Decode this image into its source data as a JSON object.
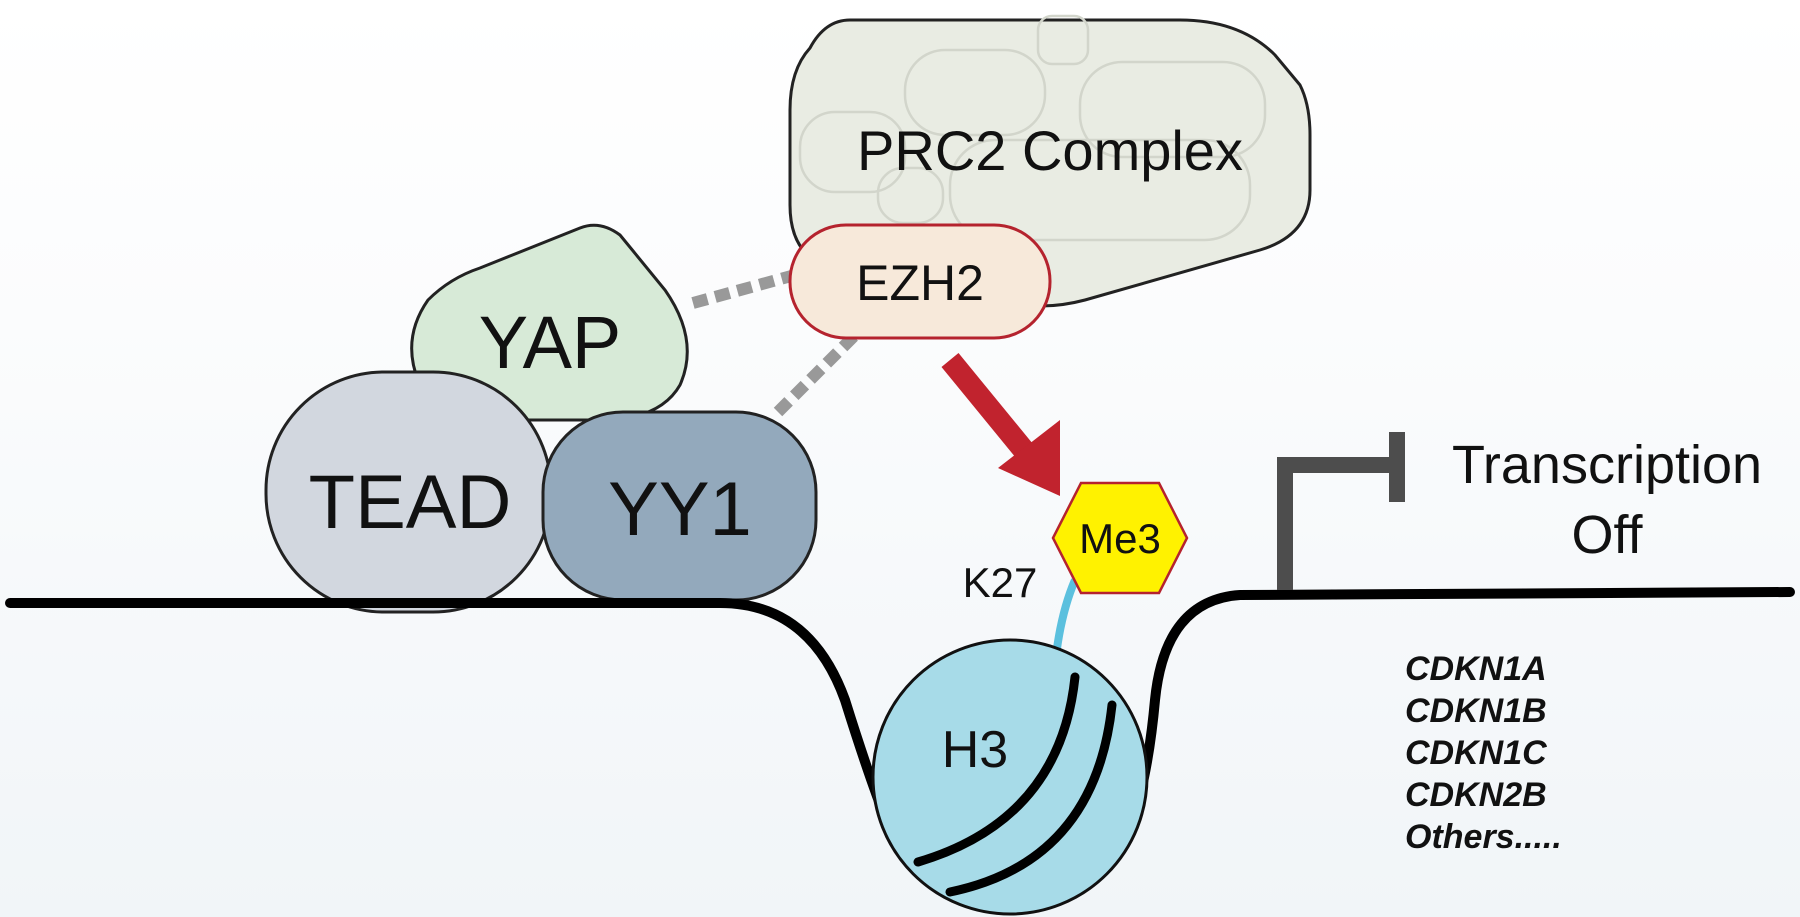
{
  "labels": {
    "prc2": "PRC2 Complex",
    "ezh2": "EZH2",
    "yap": "YAP",
    "tead": "TEAD",
    "yy1": "YY1",
    "me3": "Me3",
    "k27": "K27",
    "h3": "H3",
    "transcription": "Transcription",
    "off": "Off"
  },
  "genes": [
    "CDKN1A",
    "CDKN1B",
    "CDKN1C",
    "CDKN2B",
    "Others....."
  ],
  "colors": {
    "background_band": "#f3f7fa",
    "prc2_fill": "#e9ece3",
    "ezh2_fill": "#f7e9da",
    "ezh2_stroke": "#b5232e",
    "yap_fill": "#d7ead7",
    "tead_fill": "#d2d7df",
    "yy1_fill": "#93a9bc",
    "me3_fill": "#fff200",
    "nucleosome_fill": "#a7dbe8",
    "histone_tail": "#5bc0de",
    "arrow": "#c1232e",
    "repression_symbol": "#4d4d4d",
    "interaction_dash": "#999999"
  }
}
